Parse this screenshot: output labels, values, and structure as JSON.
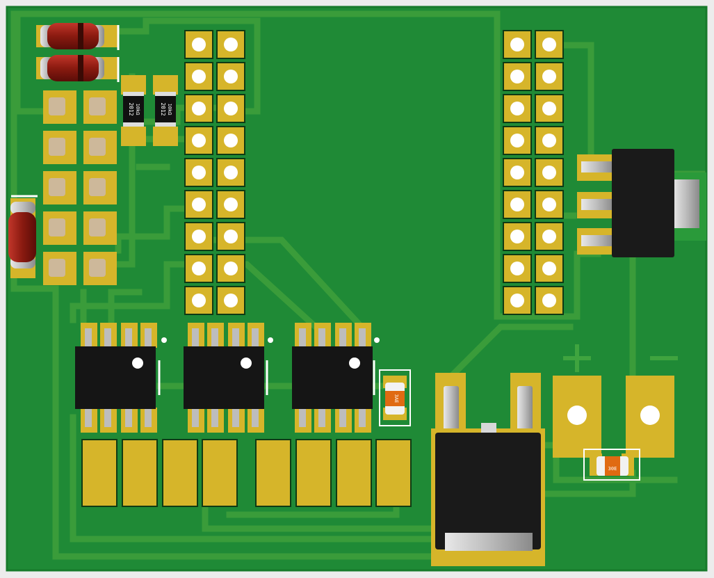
{
  "colors": {
    "background": "#ececec",
    "board": "#1f8a36",
    "board_edge": "#177a2b",
    "trace": "#3a9c3a",
    "pad": "#d6b52a",
    "pad_dark": "#b8961c",
    "hole": "#ffffff",
    "ic_body": "#1a1a1a",
    "silk": "#ffffff",
    "diode_body": "#9a1e12",
    "smd_orange": "#e06a12"
  },
  "components": {
    "resistor_r1": {
      "label": "2012",
      "value": "10kΩ"
    },
    "resistor_r2": {
      "label": "2012",
      "value": "10kΩ"
    },
    "smd_cap_1": {
      "label": "3AE"
    },
    "smd_cap_2": {
      "label": "30E"
    }
  },
  "silkscreen": {
    "plus_sign": "+",
    "minus_sign": "−"
  }
}
